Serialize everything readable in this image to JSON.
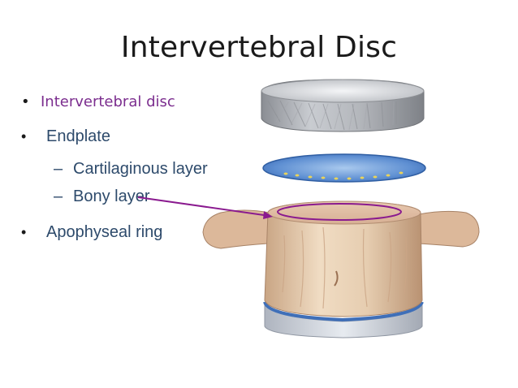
{
  "title": "Intervertebral Disc",
  "bullets": [
    {
      "text": "Intervertebral disc"
    },
    {
      "text": "Endplate"
    },
    {
      "text": "Apophyseal ring"
    }
  ],
  "sub_bullets": [
    {
      "text": "Cartilaginous layer"
    },
    {
      "text": "Bony layer"
    }
  ],
  "symbols": {
    "bullet": "•",
    "dash": "–"
  },
  "colors": {
    "purple": "#7b2d8e",
    "blue_text": "#2d4a6b",
    "annotation": "#8a1a8f"
  }
}
